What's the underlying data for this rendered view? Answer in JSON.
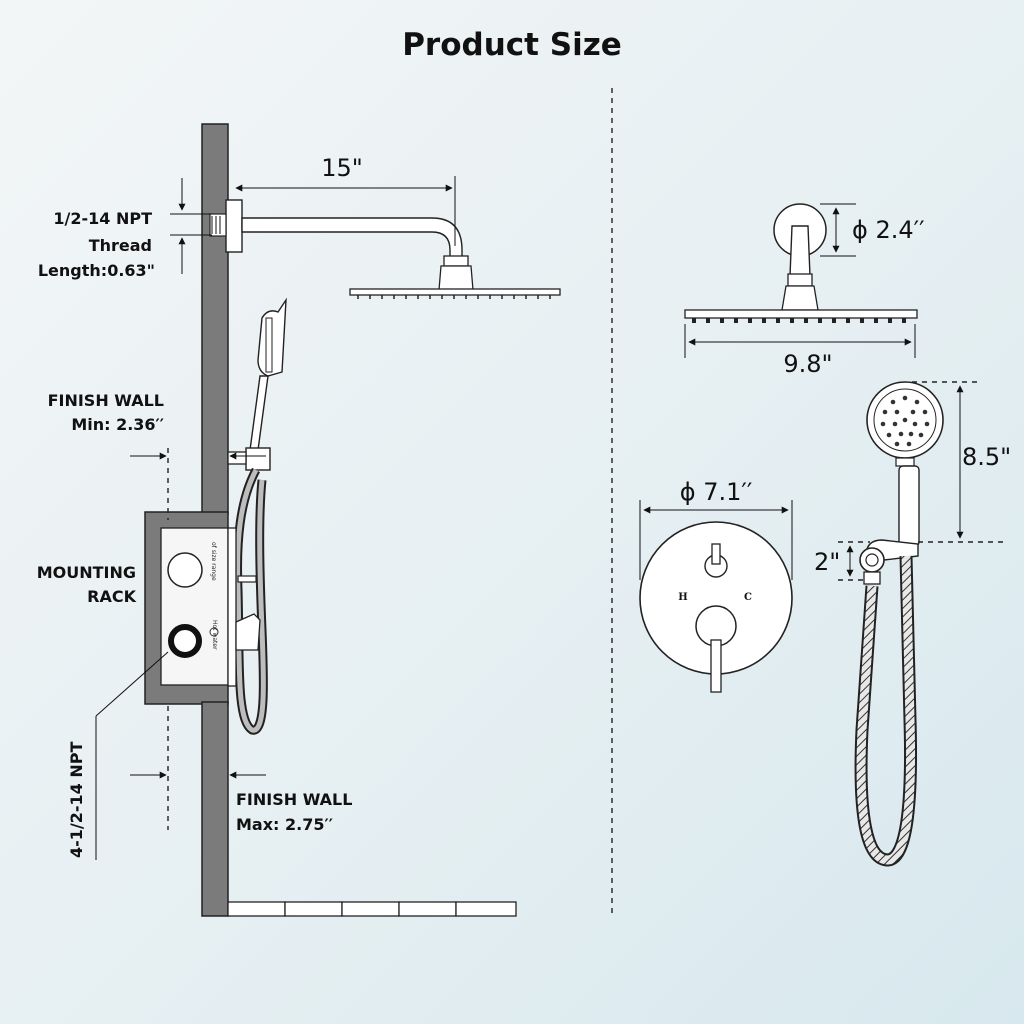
{
  "title": "Product Size",
  "labels": {
    "thread_line1": "1/2-14 NPT",
    "thread_line2": "Thread",
    "thread_line3": "Length:0.63\"",
    "finish_wall_min_line1": "FINISH WALL",
    "finish_wall_min_line2": "Min: 2.36′′",
    "mounting_rack_line1": "MOUNTING",
    "mounting_rack_line2": "RACK",
    "npt_vertical": "4-1/2-14 NPT",
    "finish_wall_max_line1": "FINISH WALL",
    "finish_wall_max_line2": "Max: 2.75′′",
    "valve_hot": "H",
    "valve_cold": "C",
    "box_size_range": "of size range",
    "box_hot_water": "Hot water"
  },
  "dimensions": {
    "arm_length": "15\"",
    "flange_diameter": "ϕ 2.4′′",
    "shower_head_width": "9.8\"",
    "handheld_length": "8.5\"",
    "holder_height": "2\"",
    "trim_diameter": "ϕ 7.1′′"
  },
  "colors": {
    "wall": "#7b7b7b",
    "line": "#111111",
    "background": "#e6eff2"
  },
  "icons": [
    "rain-shower-head",
    "shower-arm",
    "handheld-shower",
    "shower-holder",
    "hose",
    "valve-trim-plate",
    "mounting-rack-box"
  ]
}
